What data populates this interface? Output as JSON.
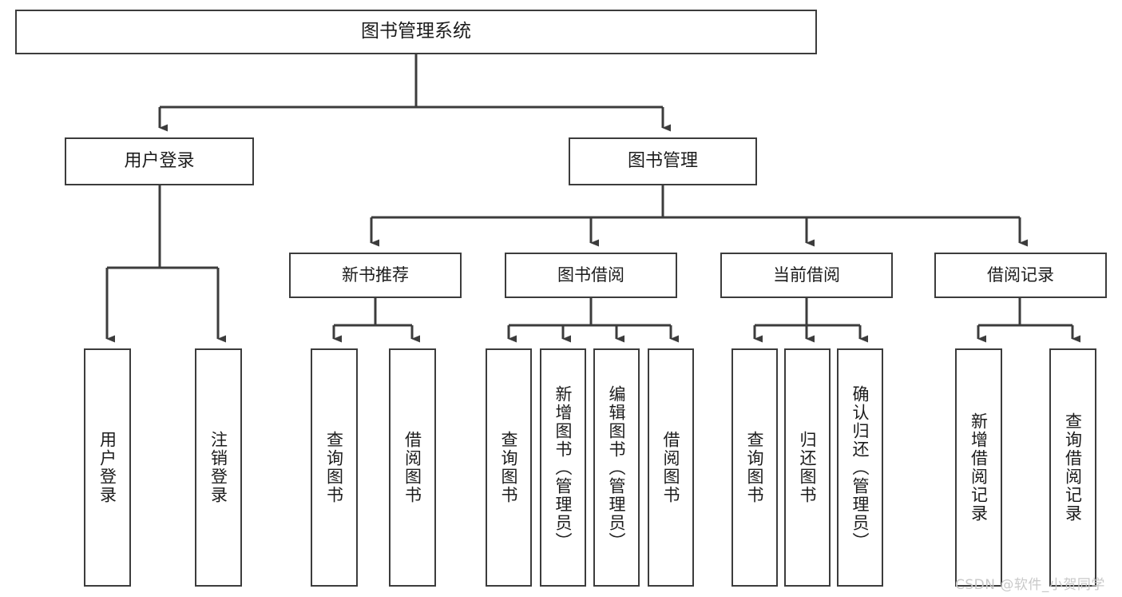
{
  "diagram": {
    "title": "图书管理系统",
    "type": "tree-hierarchy-functional-structure",
    "root": {
      "label": "图书管理系统"
    },
    "level2": [
      {
        "label": "用户登录"
      },
      {
        "label": "图书管理"
      }
    ],
    "level3": [
      {
        "label": "新书推荐"
      },
      {
        "label": "图书借阅"
      },
      {
        "label": "当前借阅"
      },
      {
        "label": "借阅记录"
      }
    ],
    "leaves": {
      "user_login": [
        {
          "label": "用户登录"
        },
        {
          "label": "注销登录"
        }
      ],
      "new_book_recommend": [
        {
          "label": "查询图书"
        },
        {
          "label": "借阅图书"
        }
      ],
      "book_borrow": [
        {
          "label": "查询图书"
        },
        {
          "label": "新增图书（管理员）"
        },
        {
          "label": "编辑图书（管理员）"
        },
        {
          "label": "借阅图书"
        }
      ],
      "current_borrow": [
        {
          "label": "查询图书"
        },
        {
          "label": "归还图书"
        },
        {
          "label": "确认归还（管理员）"
        }
      ],
      "borrow_record": [
        {
          "label": "新增借阅记录"
        },
        {
          "label": "查询借阅记录"
        }
      ]
    },
    "watermark": "CSDN @软件_小贺同学",
    "colors": {
      "border": "#3c3c3c",
      "fill": "#ffffff",
      "text": "#1c1c1c",
      "connector": "#3c3c3c",
      "watermark": "#c9c9c9"
    }
  }
}
